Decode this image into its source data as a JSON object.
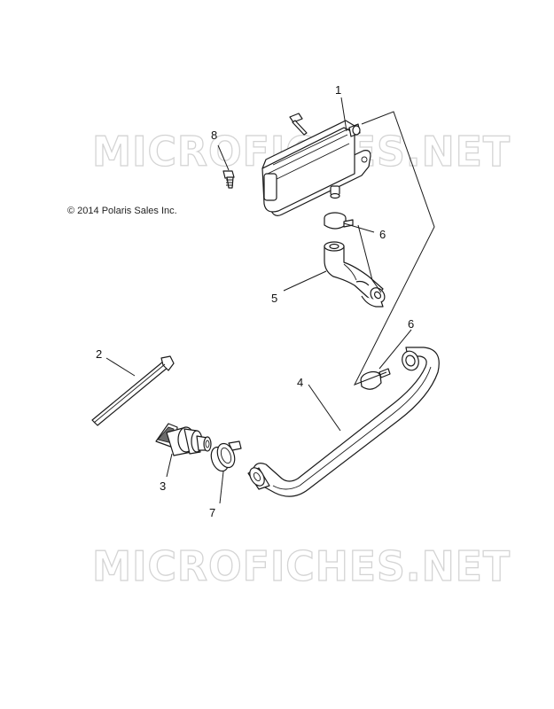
{
  "copyright": "© 2014 Polaris Sales Inc.",
  "watermarks": [
    "MICROFICHES.NET",
    "MICROFICHES.NET"
  ],
  "callouts": [
    "1",
    "2",
    "3",
    "4",
    "5",
    "6",
    "6",
    "7",
    "8"
  ],
  "parts": [
    {
      "callout": "1",
      "icon": "breather-reservoir"
    },
    {
      "callout": "2",
      "icon": "cable-tie"
    },
    {
      "callout": "3",
      "icon": "breather-fitting"
    },
    {
      "callout": "4",
      "icon": "breather-hose"
    },
    {
      "callout": "5",
      "icon": "elbow-hose"
    },
    {
      "callout": "6",
      "icon": "hose-clamp"
    },
    {
      "callout": "7",
      "icon": "hose-clamp"
    },
    {
      "callout": "8",
      "icon": "mounting-screw"
    }
  ]
}
